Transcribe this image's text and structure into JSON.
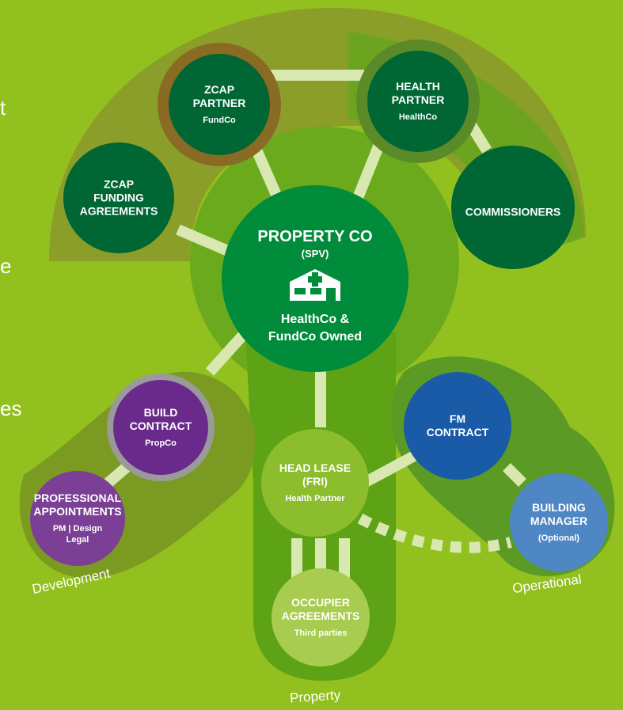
{
  "colors": {
    "background": "#92c01e",
    "dark_green": "#006633",
    "mid_green": "#008c3a",
    "purple": "#6a2a8c",
    "blue": "#1a5ba8",
    "light_blue": "#4f87c5",
    "light_green": "#8cbd2c",
    "pale_green": "#a8cc4f"
  },
  "left_clipped_text": [
    "t",
    "e",
    "es"
  ],
  "nodes": {
    "zcap_partner": {
      "title": [
        "ZCAP",
        "PARTNER"
      ],
      "sub": [
        "FundCo"
      ]
    },
    "health_partner": {
      "title": [
        "HEALTH",
        "PARTNER"
      ],
      "sub": [
        "HealthCo"
      ]
    },
    "zcap_funding": {
      "title": [
        "ZCAP",
        "FUNDING",
        "AGREEMENTS"
      ],
      "sub": []
    },
    "commissioners": {
      "title": [
        "COMMISSIONERS"
      ],
      "sub": []
    },
    "property_co": {
      "title": [
        "PROPERTY CO"
      ],
      "tag": "(SPV)",
      "sub": [
        "HealthCo &",
        "FundCo Owned"
      ],
      "icon": "building-cross-icon"
    },
    "build_contract": {
      "title": [
        "BUILD",
        "CONTRACT"
      ],
      "sub": [
        "PropCo"
      ]
    },
    "professional_appointments": {
      "title": [
        "PROFESSIONAL",
        "APPOINTMENTS"
      ],
      "sub": [
        "PM  |  Design",
        "Legal"
      ]
    },
    "head_lease": {
      "title": [
        "HEAD LEASE",
        "(FRI)"
      ],
      "sub": [
        "Health Partner"
      ]
    },
    "fm_contract": {
      "title": [
        "FM",
        "CONTRACT"
      ],
      "sub": []
    },
    "building_manager": {
      "title": [
        "BUILDING",
        "MANAGER"
      ],
      "sub": [
        "(Optional)"
      ]
    },
    "occupier_agreements": {
      "title": [
        "OCCUPIER",
        "AGREEMENTS"
      ],
      "sub": [
        "Third parties"
      ]
    }
  },
  "zone_labels": {
    "development": "Development",
    "operational": "Operational",
    "property": "Property"
  }
}
